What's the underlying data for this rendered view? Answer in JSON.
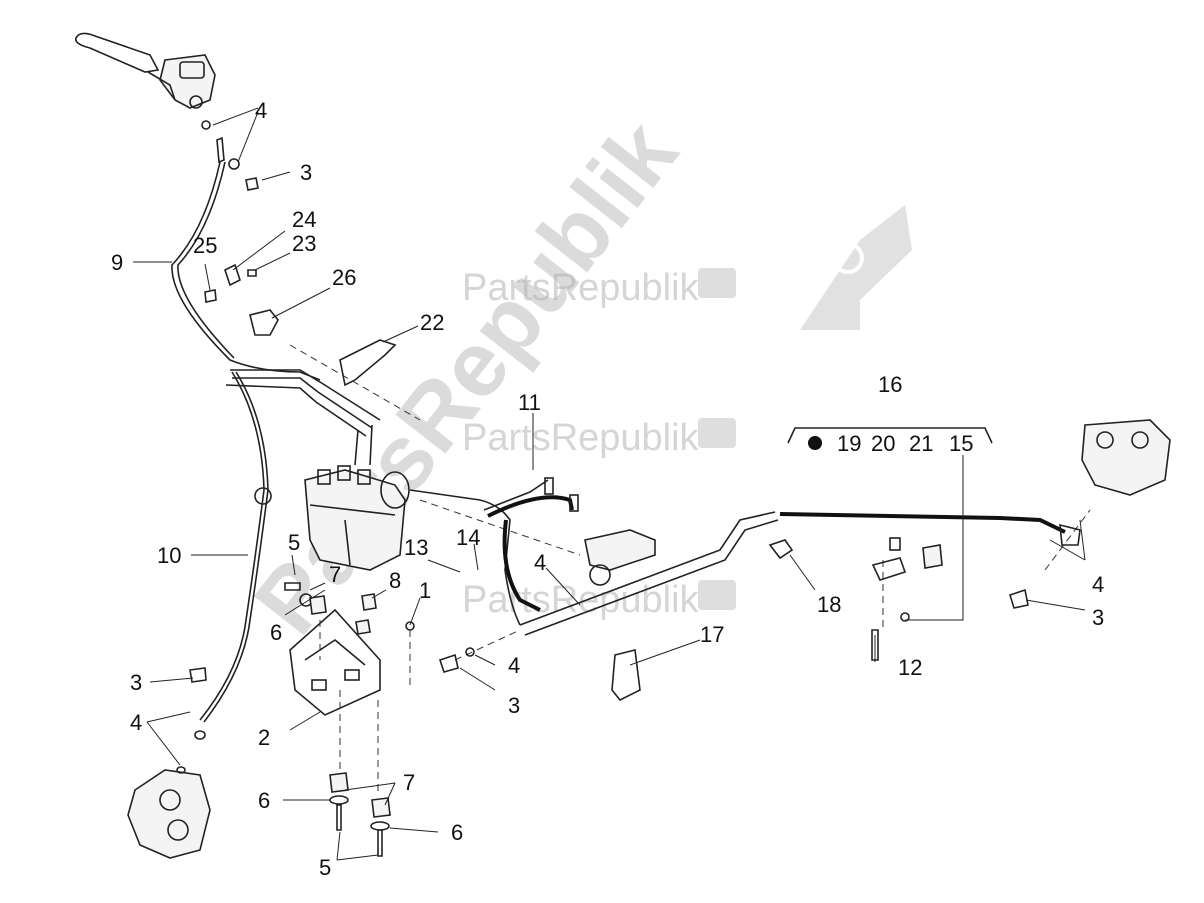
{
  "watermark": {
    "brand": "PartsRepublik"
  },
  "callouts": {
    "c1": "1",
    "c2": "2",
    "c3a": "3",
    "c3b": "3",
    "c3c": "3",
    "c3d": "3",
    "c4a": "4",
    "c4b": "4",
    "c4c": "4",
    "c4d": "4",
    "c4e": "4",
    "c5a": "5",
    "c5b": "5",
    "c6a": "6",
    "c6b": "6",
    "c6c": "6",
    "c7a": "7",
    "c7b": "7",
    "c8": "8",
    "c9": "9",
    "c10": "10",
    "c11": "11",
    "c12": "12",
    "c13": "13",
    "c14": "14",
    "c15": "15",
    "c16": "16",
    "c17": "17",
    "c18": "18",
    "c19": "19",
    "c20": "20",
    "c21": "21",
    "c22": "22",
    "c23": "23",
    "c24": "24",
    "c25": "25",
    "c26": "26"
  }
}
